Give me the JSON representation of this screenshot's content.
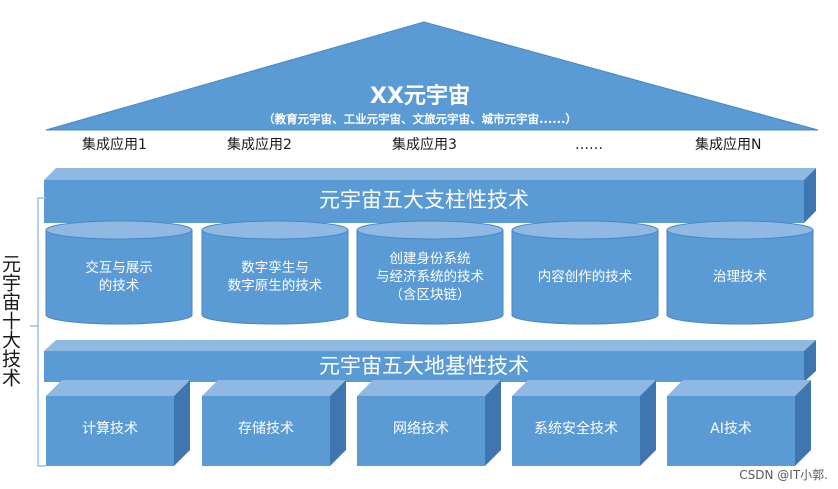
{
  "roof": {
    "title": "XX元宇宙",
    "subtitle": "（教育元宇宙、工业元宇宙、文旅元宇宙、城市元宇宙......）"
  },
  "applications": [
    "集成应用1",
    "集成应用2",
    "集成应用3",
    "……",
    "集成应用N"
  ],
  "pillars_band": {
    "title": "元宇宙五大支柱性技术"
  },
  "pillars": [
    {
      "lines": [
        "交互与展示",
        "的技术"
      ]
    },
    {
      "lines": [
        "数字孪生与",
        "数字原生的技术"
      ]
    },
    {
      "lines": [
        "创建身份系统",
        "与经济系统的技术",
        "（含区块链）"
      ]
    },
    {
      "lines": [
        "内容创作的技术"
      ]
    },
    {
      "lines": [
        "治理技术"
      ]
    }
  ],
  "foundation_band": {
    "title": "元宇宙五大地基性技术"
  },
  "foundations": [
    "计算技术",
    "存储技术",
    "网络技术",
    "系统安全技术",
    "AI技术"
  ],
  "side_label": "元宇宙十大技术",
  "watermark": "CSDN @IT小郭.",
  "colors": {
    "face": "#5b9bd5",
    "top": "#8fb8e3",
    "side": "#3f76b0",
    "bracket": "#9cc0e6"
  }
}
